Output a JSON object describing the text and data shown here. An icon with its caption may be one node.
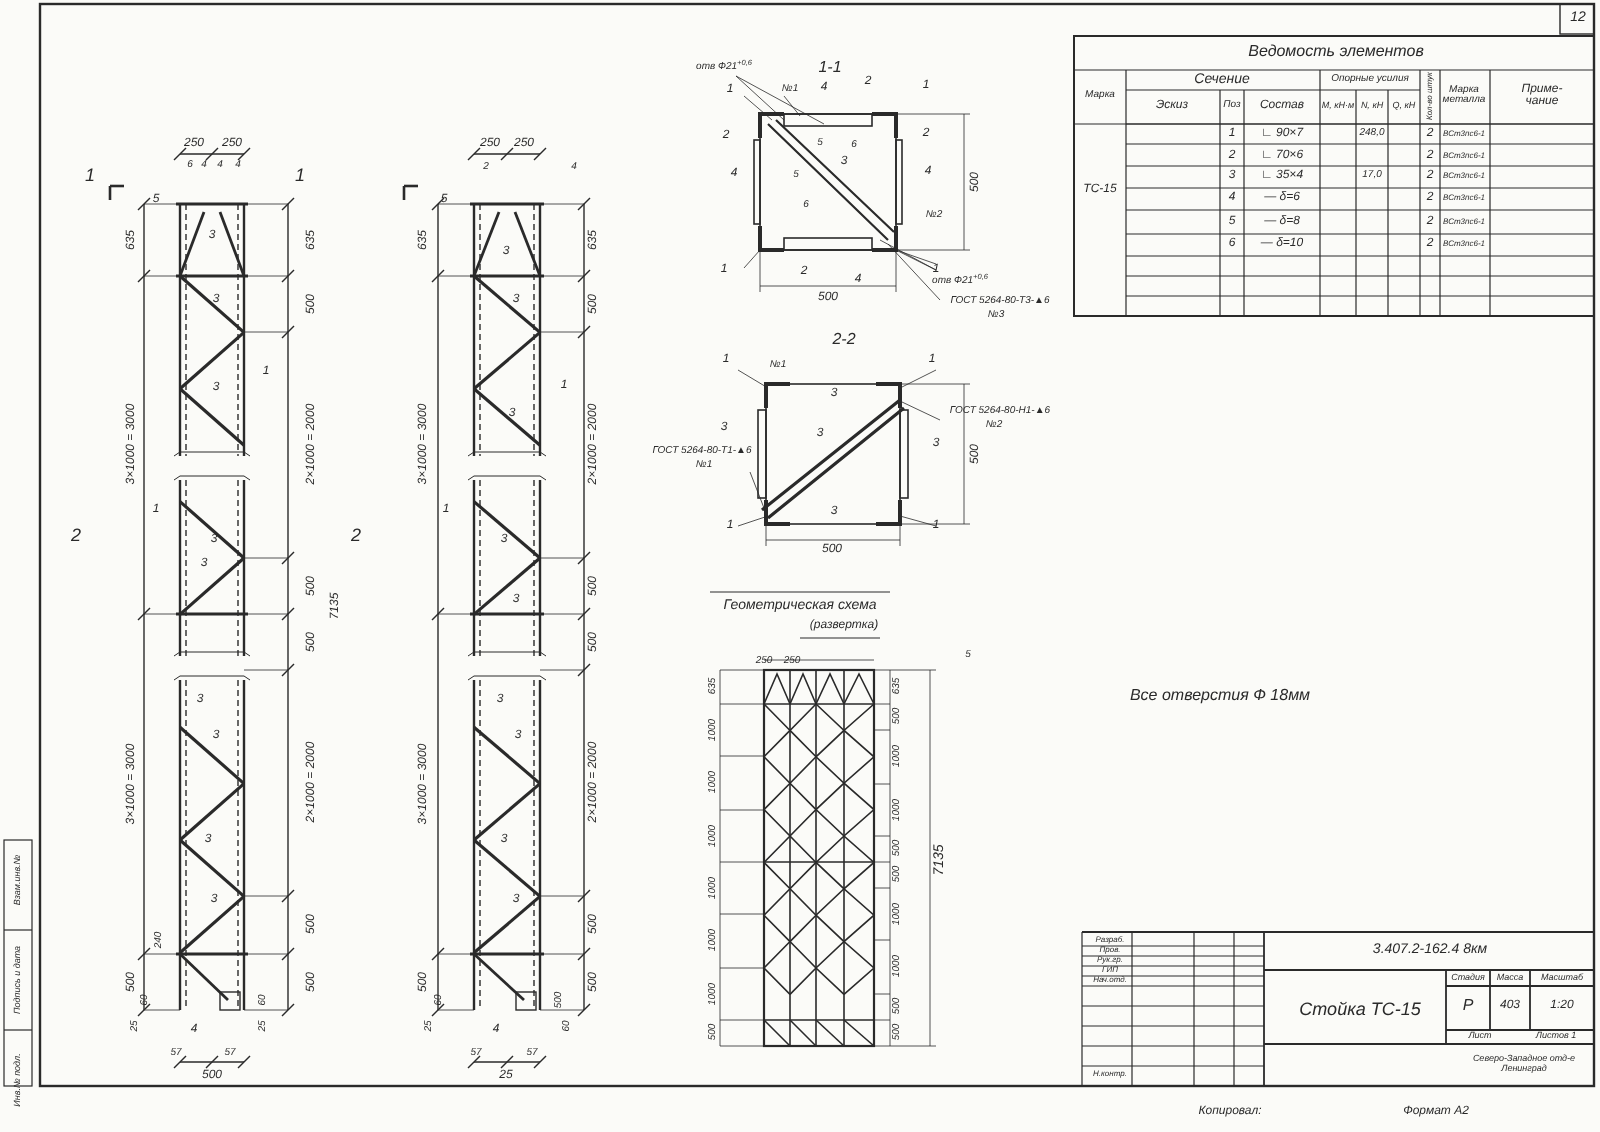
{
  "diagram": {
    "labels": [
      "12",
      "Взам.инв.№",
      "Подпись и дата",
      "Инв.№ подл.",
      "1",
      "1",
      "250",
      "250",
      "6",
      "4",
      "4",
      "4",
      "5",
      "635",
      "3×1000 = 3000",
      "3×1000 = 3000",
      "500",
      "635",
      "500",
      "2×1000 = 2000",
      "500",
      "500",
      "2×1000 = 2000",
      "500",
      "500",
      "7135",
      "3",
      "3",
      "1",
      "3",
      "2",
      "1",
      "3",
      "3",
      "3",
      "3",
      "3",
      "3",
      "240",
      "60",
      "25",
      "4",
      "57",
      "57",
      "60",
      "25",
      "500",
      "250",
      "250",
      "2",
      "4",
      "5",
      "635",
      "3×1000 = 3000",
      "3×1000 = 3000",
      "500",
      "635",
      "500",
      "2×1000 = 2000",
      "500",
      "500",
      "2×1000 = 2000",
      "500",
      "500",
      "3",
      "3",
      "1",
      "3",
      "2",
      "1",
      "3",
      "3",
      "3",
      "3",
      "3",
      "3",
      "4",
      "60",
      "25",
      "57",
      "57",
      "500",
      "60",
      "25",
      "отв Ф21$^{+0,6}$",
      "1-1",
      "1",
      "№1",
      "4",
      "2",
      "1",
      "2",
      "5",
      "6",
      "2",
      "4",
      "3",
      "4",
      "5",
      "6",
      "№2",
      "500",
      "1",
      "2",
      "4",
      "1",
      "отв Ф21$^{+0,6}$",
      "500",
      "ГОСТ 5264-80-Т3-▲6",
      "№3",
      "2-2",
      "1",
      "№1",
      "1",
      "3",
      "ГОСТ 5264-80-Н1-▲6",
      "№2",
      "3",
      "3",
      "3",
      "500",
      "ГОСТ 5264-80-Т1-▲6",
      "№1",
      "3",
      "1",
      "1",
      "500",
      "Геометрическая схема",
      "(развертка)",
      "250",
      "250",
      "5",
      "635",
      "1000",
      "1000",
      "1000",
      "1000",
      "1000",
      "1000",
      "500",
      "635",
      "500",
      "1000",
      "1000",
      "500",
      "500",
      "1000",
      "1000",
      "500",
      "500",
      "7135",
      "Все отверстия Ф 18мм",
      "Ведомость элементов",
      "Марка",
      "Сечение",
      "Опорные усилия",
      "Кол-во штук",
      "Марка металла",
      "Приме-чание",
      "Эскиз",
      "Поз",
      "Состав",
      "M, кН·м",
      "N, кН",
      "Q, кН",
      "ТС-15",
      "1",
      "∟ 90×7",
      "248,0",
      "2",
      "ВСт3пс6-1",
      "2",
      "∟ 70×6",
      "2",
      "ВСт3пс6-1",
      "3",
      "∟ 35×4",
      "17,0",
      "2",
      "ВСт3пс6-1",
      "4",
      "— δ=6",
      "2",
      "ВСт3пс6-1",
      "5",
      "— δ=8",
      "2",
      "ВСт3пс6-1",
      "6",
      "— δ=10",
      "2",
      "ВСт3пс6-1",
      "Разраб.",
      "Пров.",
      "Рук.гр.",
      "ГИП",
      "Нач.отд.",
      "Н.контр.",
      "3.407.2-162.4 8км",
      "Стойка ТС-15",
      "Стадия",
      "Масса",
      "Масштаб",
      "Р",
      "403",
      "1:20",
      "Лист",
      "Листов 1",
      "Северо-Западное отд-е Ленинград",
      "Копировал:",
      "Формат А2"
    ]
  }
}
